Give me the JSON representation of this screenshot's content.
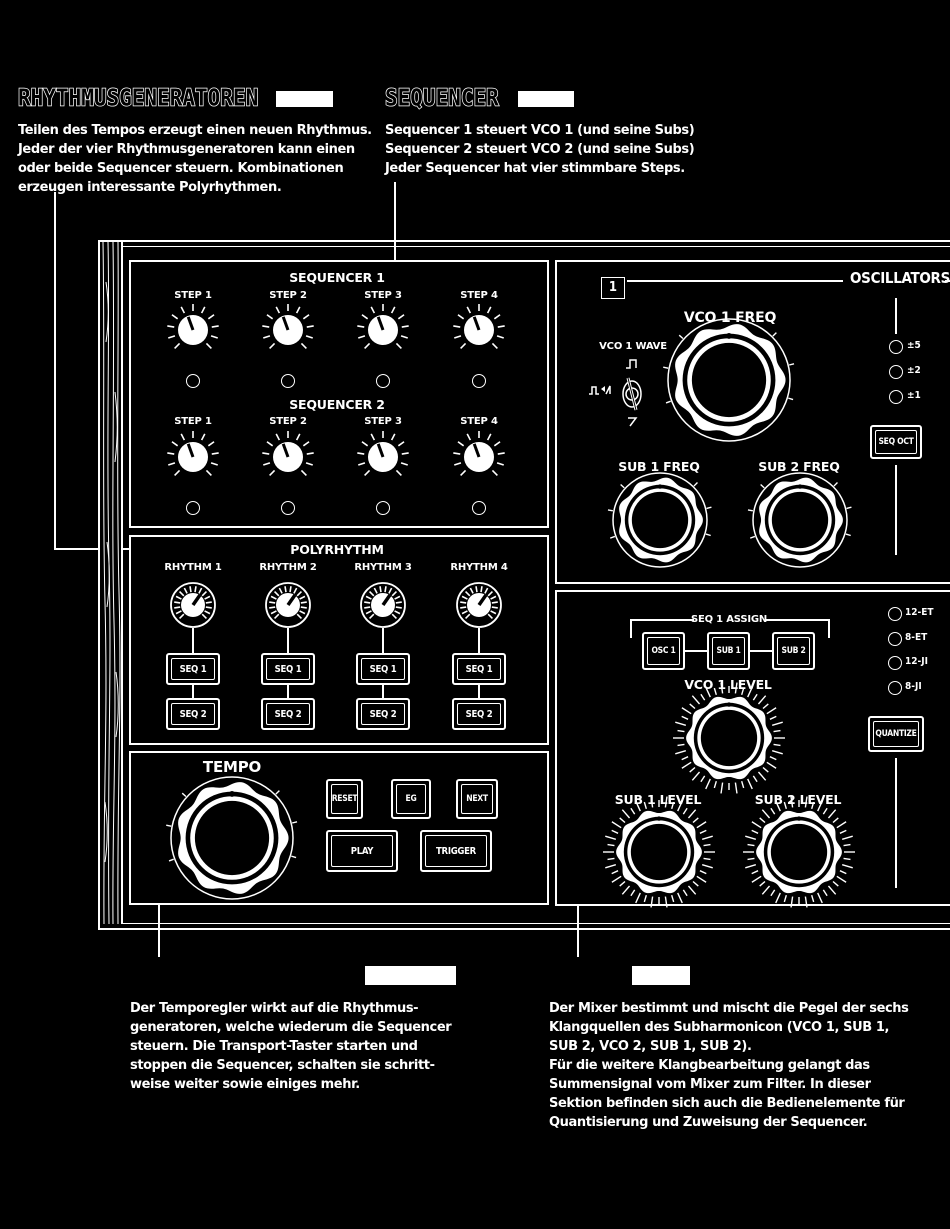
{
  "annotations": {
    "rhythm": {
      "heading": "RHYTHMUSGENERATOREN",
      "text": "Teilen des Tempos erzeugt einen neuen Rhythmus.\nJeder der vier Rhythmusgeneratoren kann einen\noder beide Sequencer steuern. Kombinationen\nerzeugen interessante Polyrhythmen."
    },
    "sequencer": {
      "heading": "SEQUENCER",
      "text": "Sequencer 1 steuert VCO 1 (und seine Subs)\nSequencer 2 steuert VCO 2 (und seine Subs)\nJeder Sequencer hat vier stimmbare Steps."
    },
    "tempo": {
      "text": "Der Temporegler wirkt auf die Rhythmus-\ngeneratoren, welche wiederum die Sequencer\nsteuern. Die Transport-Taster starten und\nstoppen die Sequencer, schalten sie schritt-\nweise weiter sowie einiges mehr."
    },
    "mixer": {
      "text": "Der Mixer bestimmt und mischt die Pegel der sechs\nKlangquellen des Subharmonicon (VCO 1, SUB 1,\nSUB 2, VCO 2, SUB 1, SUB 2).\nFür die weitere Klangbearbeitung gelangt das\nSummensignal vom Mixer zum Filter. In dieser\nSektion befinden sich auch die Bedienelemente für\nQuantisierung und Zuweisung der Sequencer."
    }
  },
  "sequencer1": {
    "title": "SEQUENCER 1",
    "steps": [
      "STEP 1",
      "STEP 2",
      "STEP 3",
      "STEP 4"
    ]
  },
  "sequencer2": {
    "title": "SEQUENCER 2",
    "steps": [
      "STEP 1",
      "STEP 2",
      "STEP 3",
      "STEP 4"
    ]
  },
  "polyrhythm": {
    "title": "POLYRHYTHM",
    "rhythms": [
      "RHYTHM 1",
      "RHYTHM 2",
      "RHYTHM 3",
      "RHYTHM 4"
    ],
    "seq1": "SEQ 1",
    "seq2": "SEQ 2"
  },
  "transport": {
    "tempo": "TEMPO",
    "reset": "RESET",
    "eg": "EG",
    "next": "NEXT",
    "play": "PLAY",
    "trigger": "TRIGGER"
  },
  "oscillators": {
    "number": "1",
    "title": "OSCILLATORS",
    "vco1_freq": "VCO 1 FREQ",
    "vco1_wave": "VCO 1 WAVE",
    "sub1_freq": "SUB 1 FREQ",
    "sub2_freq": "SUB 2 FREQ",
    "range": [
      "±5",
      "±2",
      "±1"
    ],
    "seq_oct": "SEQ OCT"
  },
  "mixer": {
    "seq1_assign": "SEQ 1 ASSIGN",
    "assign_buttons": [
      "OSC 1",
      "SUB 1",
      "SUB 2"
    ],
    "vco1_level": "VCO 1 LEVEL",
    "sub1_level": "SUB 1 LEVEL",
    "sub2_level": "SUB 2 LEVEL",
    "quantize_modes": [
      "12-ET",
      "8-ET",
      "12-JI",
      "8-JI"
    ],
    "quantize": "QUANTIZE"
  }
}
